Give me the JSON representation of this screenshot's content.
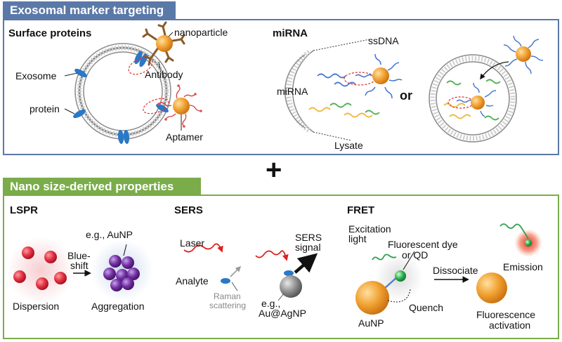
{
  "top": {
    "title": "Exosomal marker targeting",
    "surface_header": "Surface proteins",
    "mirna_header": "miRNA",
    "labels": {
      "nanoparticle": "nanoparticle",
      "exosome": "Exosome",
      "antibody": "Antibody",
      "protein": "protein",
      "aptamer": "Aptamer",
      "ssdna": "ssDNA",
      "mirna": "miRNA",
      "or": "or",
      "lysate": "Lysate"
    }
  },
  "plus": "+",
  "bottom": {
    "title": "Nano size-derived properties",
    "lspr": {
      "header": "LSPR",
      "eg": "e.g., AuNP",
      "blue": "Blue-",
      "shift": "shift",
      "dispersion": "Dispersion",
      "aggregation": "Aggregation"
    },
    "sers": {
      "header": "SERS",
      "laser": "Laser",
      "analyte": "Analyte",
      "raman1": "Raman",
      "raman2": "scattering",
      "signal1": "SERS",
      "signal2": "signal",
      "eg1": "e.g.,",
      "eg2": "Au@AgNP"
    },
    "fret": {
      "header": "FRET",
      "excitation1": "Excitation",
      "excitation2": "light",
      "dye1": "Fluorescent dye",
      "dye2": "or QD",
      "dissociate": "Dissociate",
      "emission": "Emission",
      "quench": "Quench",
      "aunp": "AuNP",
      "activation1": "Fluorescence",
      "activation2": "activation"
    }
  },
  "colors": {
    "top_border": "#5b79a8",
    "bottom_border": "#7aac4a",
    "gold": "#f0a030",
    "red_particle": "#e03040",
    "purple_particle": "#7030a0",
    "protein_blue": "#2a78c8"
  }
}
